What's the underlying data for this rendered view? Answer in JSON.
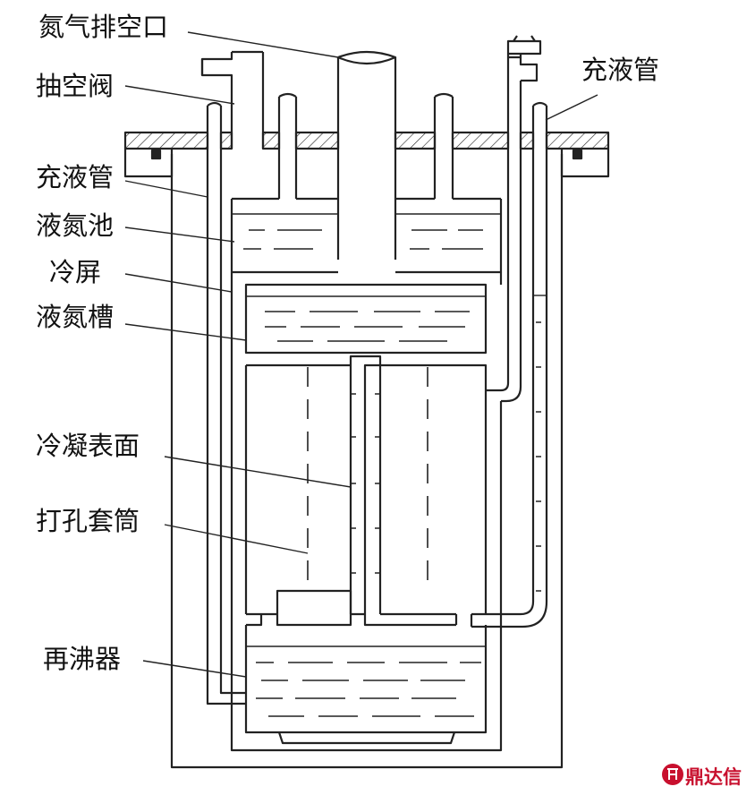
{
  "labels": {
    "n2_exhaust": "氮气排空口",
    "vacuum_valve": "抽空阀",
    "fill_tube_left": "充液管",
    "fill_tube_right": "充液管",
    "ln2_pool": "液氮池",
    "cold_shield": "冷屏",
    "ln2_tank": "液氮槽",
    "condensing_surface": "冷凝表面",
    "perforated_sleeve": "打孔套筒",
    "reboiler": "再沸器"
  },
  "watermark": "鼎达信",
  "colors": {
    "line": "#222222",
    "brand": "#c8102e"
  }
}
